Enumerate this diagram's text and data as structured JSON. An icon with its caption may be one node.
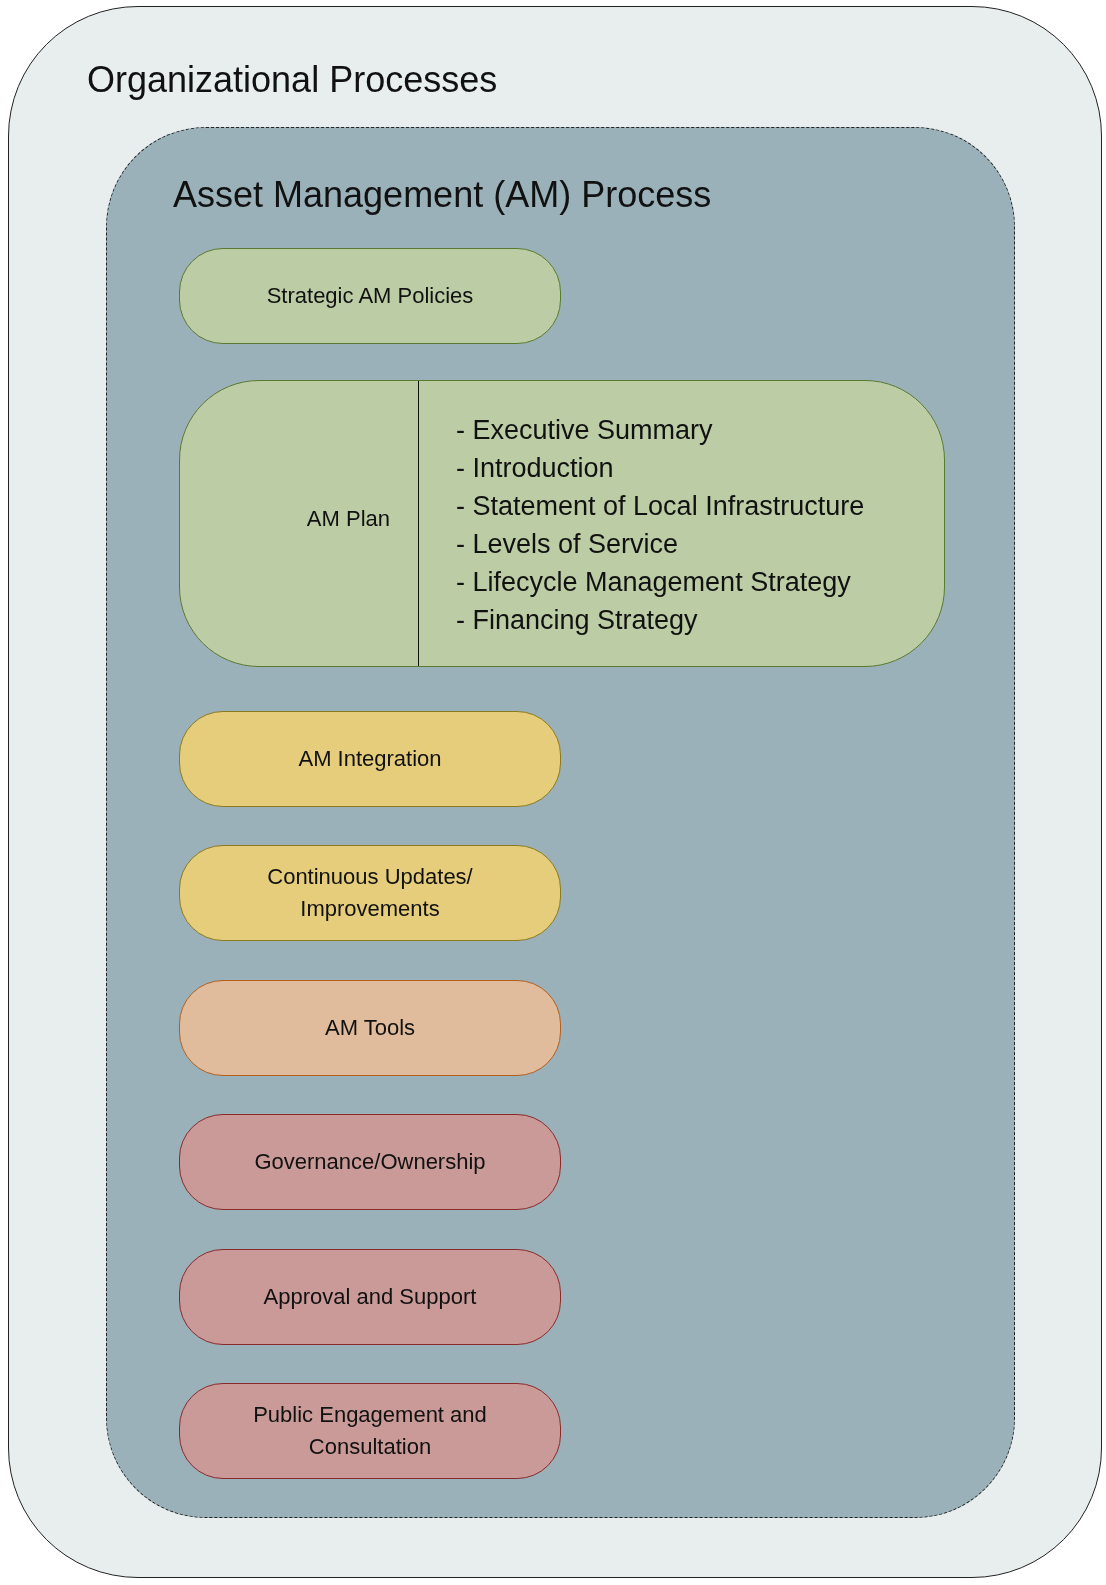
{
  "diagram": {
    "nodes": [
      {
        "text": [
          "Organizational Processes"
        ]
      },
      {
        "text": [
          "Asset Management (AM) Process"
        ],
        "in": 0
      },
      {
        "text": [
          "Strategic AM Policies"
        ],
        "in": 1
      },
      {
        "text": [
          "AM Plan",
          "- Executive Summary",
          "- Introduction",
          "- Statement of Local Infrastructure",
          "- Levels of Service",
          "- Lifecycle Management Strategy",
          "- Financing Strategy"
        ],
        "in": 1
      },
      {
        "text": [
          "AM Integration"
        ],
        "in": 1
      },
      {
        "text": [
          "Continuous Updates/ Improvements"
        ],
        "in": 1
      },
      {
        "text": [
          "AM Tools"
        ],
        "in": 1
      },
      {
        "text": [
          "Governance/Ownership"
        ],
        "in": 1
      },
      {
        "text": [
          "Approval and Support"
        ],
        "in": 1
      },
      {
        "text": [
          "Public Engagement and Consultation"
        ],
        "in": 1
      }
    ]
  }
}
